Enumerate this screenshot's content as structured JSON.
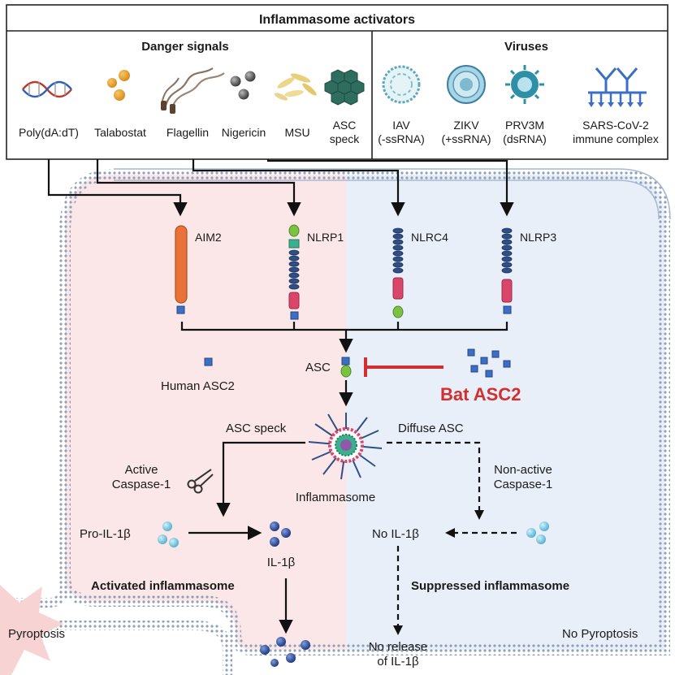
{
  "header": {
    "title": "Inflammasome activators"
  },
  "danger": {
    "title": "Danger signals",
    "items": [
      {
        "label": "Poly(dA:dT)"
      },
      {
        "label": "Talabostat"
      },
      {
        "label": "Flagellin"
      },
      {
        "label": "Nigericin"
      },
      {
        "label": "MSU"
      },
      {
        "label": "ASC",
        "label2": "speck"
      }
    ]
  },
  "viruses": {
    "title": "Viruses",
    "items": [
      {
        "label": "IAV",
        "label2": "(-ssRNA)"
      },
      {
        "label": "ZIKV",
        "label2": "(+ssRNA)"
      },
      {
        "label": "PRV3M",
        "label2": "(dsRNA)"
      },
      {
        "label": "SARS-CoV-2",
        "label2": "immune complex"
      }
    ]
  },
  "sensors": [
    {
      "label": "AIM2"
    },
    {
      "label": "NLRP1"
    },
    {
      "label": "NLRC4"
    },
    {
      "label": "NLRP3"
    }
  ],
  "middle": {
    "asc": "ASC",
    "human_asc2": "Human ASC2",
    "bat_asc2": "Bat ASC2",
    "asc_speck": "ASC speck",
    "diffuse_asc": "Diffuse ASC",
    "inflammasome": "Inflammasome",
    "active_casp_1": "Active",
    "active_casp_2": "Caspase-1",
    "nonactive_casp_1": "Non-active",
    "nonactive_casp_2": "Caspase-1",
    "pro_il1b": "Pro-IL-1β",
    "il1b": "IL-1β",
    "no_il1b": "No IL-1β",
    "activated": "Activated inflammasome",
    "suppressed": "Suppressed inflammasome",
    "pyroptosis": "Pyroptosis",
    "no_pyroptosis": "No Pyroptosis",
    "no_release_1": "No release",
    "no_release_2": "of IL-1β"
  },
  "colors": {
    "left_bg": "#fbe7e7",
    "right_bg": "#e8eff9",
    "membrane": "#9aabc2",
    "aim2": "#e8723a",
    "nlr_body": "#2f4f86",
    "pyrin_green": "#7cc242",
    "nacht_pink": "#d9466a",
    "bat_red": "#d32f2f",
    "dot_blue": "#2e55b4"
  }
}
